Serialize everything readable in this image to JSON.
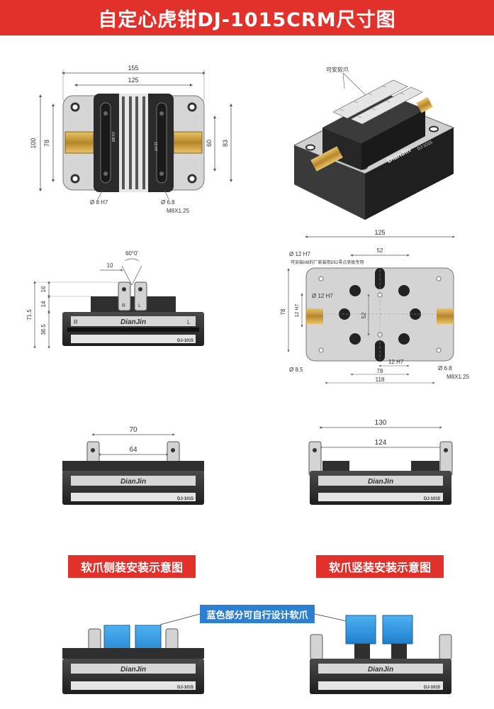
{
  "header": {
    "title": "自定心虎钳DJ-1015CRM尺寸图"
  },
  "colors": {
    "banner": "#e2312b",
    "soft_jaw_blue": "#2d8fe0",
    "brass": "#c9982f",
    "body_dark": "#2b2b2b"
  },
  "top_view": {
    "dim_total_width": "155",
    "dim_inner_width": "125",
    "dim_height_left_outer": "100",
    "dim_height_left_inner": "78",
    "dim_height_right_inner": "60",
    "dim_height_right_outer": "83",
    "note_hole": "Ø 8 H7",
    "note_thread_d": "Ø 6.8",
    "note_thread": "M8X1.25",
    "jaw_engrave": "Ø8 H7",
    "jaw_engrave_2": "12 H7"
  },
  "iso_view": {
    "label_soft_jaw": "可安软爪",
    "brand": "DianJin",
    "model": "DJ-1015"
  },
  "side_view": {
    "angle": "60°0'",
    "dim_jaw_width": "10",
    "dim_16": "16",
    "dim_14": "14",
    "dim_71_5": "71.5",
    "dim_38_5": "38.5",
    "brand": "DianJin",
    "model": "DJ-1015",
    "mark_r": "R",
    "mark_l": "L"
  },
  "bottom_view": {
    "dim_125": "125",
    "dim_52_top": "52",
    "dim_78_left": "78",
    "dim_12h7_left": "12 H7",
    "dim_12h7_center": "Ø 12 H7",
    "dim_52_center": "52",
    "dim_12h7_bottom": "12 H7",
    "dim_78_bottom": "78",
    "dim_118": "118",
    "note_12h7": "Ø 12 H7",
    "note_m8": "可安装M8的厂家装用D52零点夹板专用",
    "note_8_5": "Ø 8.5",
    "note_6_8": "Ø 6.8",
    "note_m8x125": "M8X1.25"
  },
  "open_small": {
    "dim_outer": "70",
    "dim_inner": "64",
    "brand": "DianJin",
    "model": "DJ-1015"
  },
  "open_large": {
    "dim_outer": "130",
    "dim_inner": "124",
    "brand": "DianJin",
    "model": "DJ-1015"
  },
  "install": {
    "side_title": "软爪侧装安装示意图",
    "vertical_title": "软爪竖装安装示意图",
    "blue_note": "蓝色部分可自行设计软爪",
    "brand": "DianJin",
    "model": "DJ-1015"
  }
}
